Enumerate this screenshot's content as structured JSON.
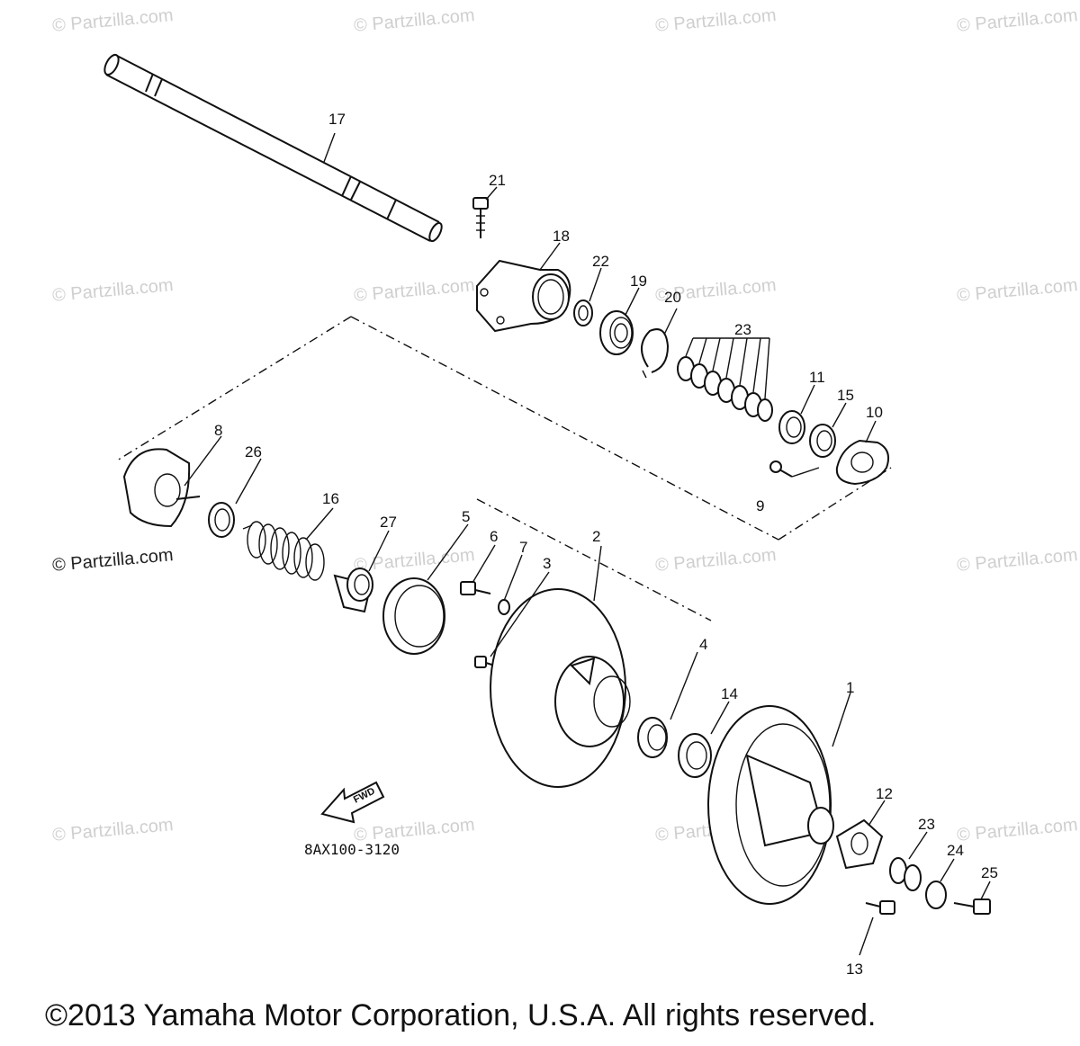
{
  "watermark": {
    "text": "© Partzilla.com",
    "dark_text": "© Partzilla.com"
  },
  "callouts": [
    "1",
    "2",
    "3",
    "4",
    "5",
    "6",
    "7",
    "8",
    "9",
    "10",
    "11",
    "12",
    "13",
    "14",
    "15",
    "16",
    "17",
    "18",
    "19",
    "20",
    "21",
    "22",
    "23",
    "23",
    "24",
    "25",
    "26",
    "27"
  ],
  "diagram_code": "8AX100-3120",
  "fwd_label": "FWD",
  "copyright": "©2013 Yamaha Motor Corporation, U.S.A. All rights reserved."
}
